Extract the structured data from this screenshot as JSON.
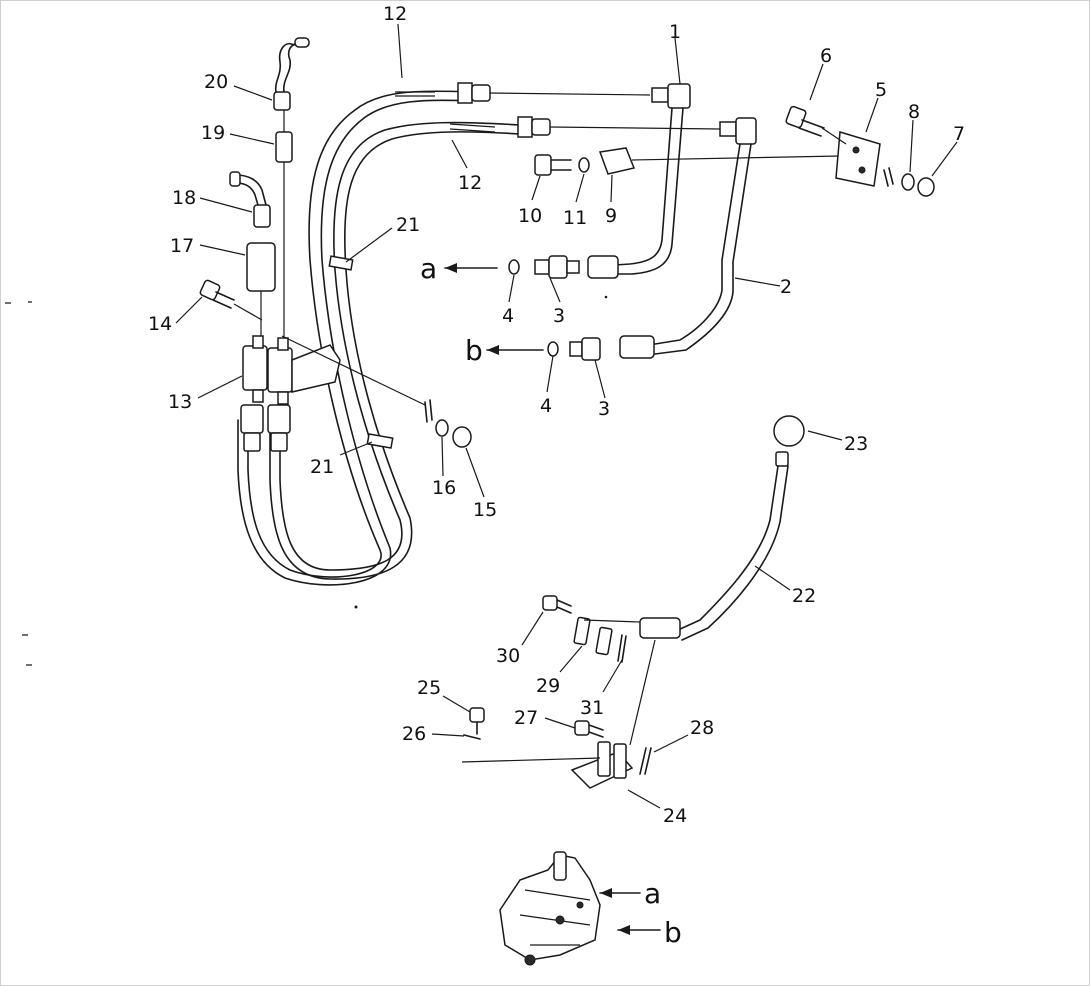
{
  "callouts": {
    "c1": "1",
    "c2": "2",
    "c3a": "3",
    "c3b": "3",
    "c4a": "4",
    "c4b": "4",
    "c5": "5",
    "c6": "6",
    "c7": "7",
    "c8": "8",
    "c9": "9",
    "c10": "10",
    "c11": "11",
    "c12a": "12",
    "c12b": "12",
    "c13": "13",
    "c14": "14",
    "c15": "15",
    "c16": "16",
    "c17": "17",
    "c18": "18",
    "c19": "19",
    "c20": "20",
    "c21a": "21",
    "c21b": "21",
    "c22": "22",
    "c23": "23",
    "c24": "24",
    "c25": "25",
    "c26": "26",
    "c27": "27",
    "c28": "28",
    "c29": "29",
    "c30": "30",
    "c31": "31"
  },
  "ports": {
    "a_top": "a",
    "b_top": "b",
    "a_bottom": "a",
    "b_bottom": "b"
  }
}
